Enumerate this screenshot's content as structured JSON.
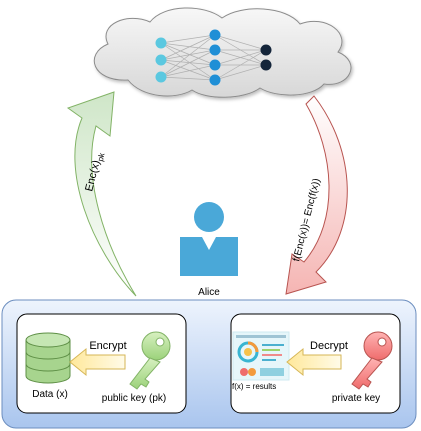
{
  "labels": {
    "person": "Alice",
    "upload_arrow_main": "Enc(x)",
    "upload_arrow_sub": "pk",
    "download_arrow": "f(Enc(x))= Enc(f(x))",
    "encrypt": "Encrypt",
    "decrypt": "Decrypt",
    "data": "Data (x)",
    "public_key": "public key (pk)",
    "private_key": "private key",
    "results": "f(x) = results"
  },
  "icons": {
    "cloud": "cloud-icon",
    "network": "neural-network-icon",
    "person": "person-icon",
    "database": "database-icon",
    "public_key": "key-icon",
    "private_key": "key-icon",
    "dashboard": "dashboard-icon"
  },
  "colors": {
    "cloud_fill": "#e8e8e8",
    "node_cyan": "#5bc8e0",
    "node_blue": "#1f8fd6",
    "node_dark": "#14253a",
    "person": "#4aa8d8",
    "client_panel_top": "#eef4fd",
    "client_panel_bottom": "#a9c5ee",
    "client_panel_border": "#6c8ebf",
    "upload_arrow": "#d5e8d4",
    "download_arrow": "#f8cecc",
    "public_key": "#b5e09a",
    "private_key": "#f07d7d",
    "database": "#a7d48e",
    "step_arrow": "#fff2cc"
  }
}
